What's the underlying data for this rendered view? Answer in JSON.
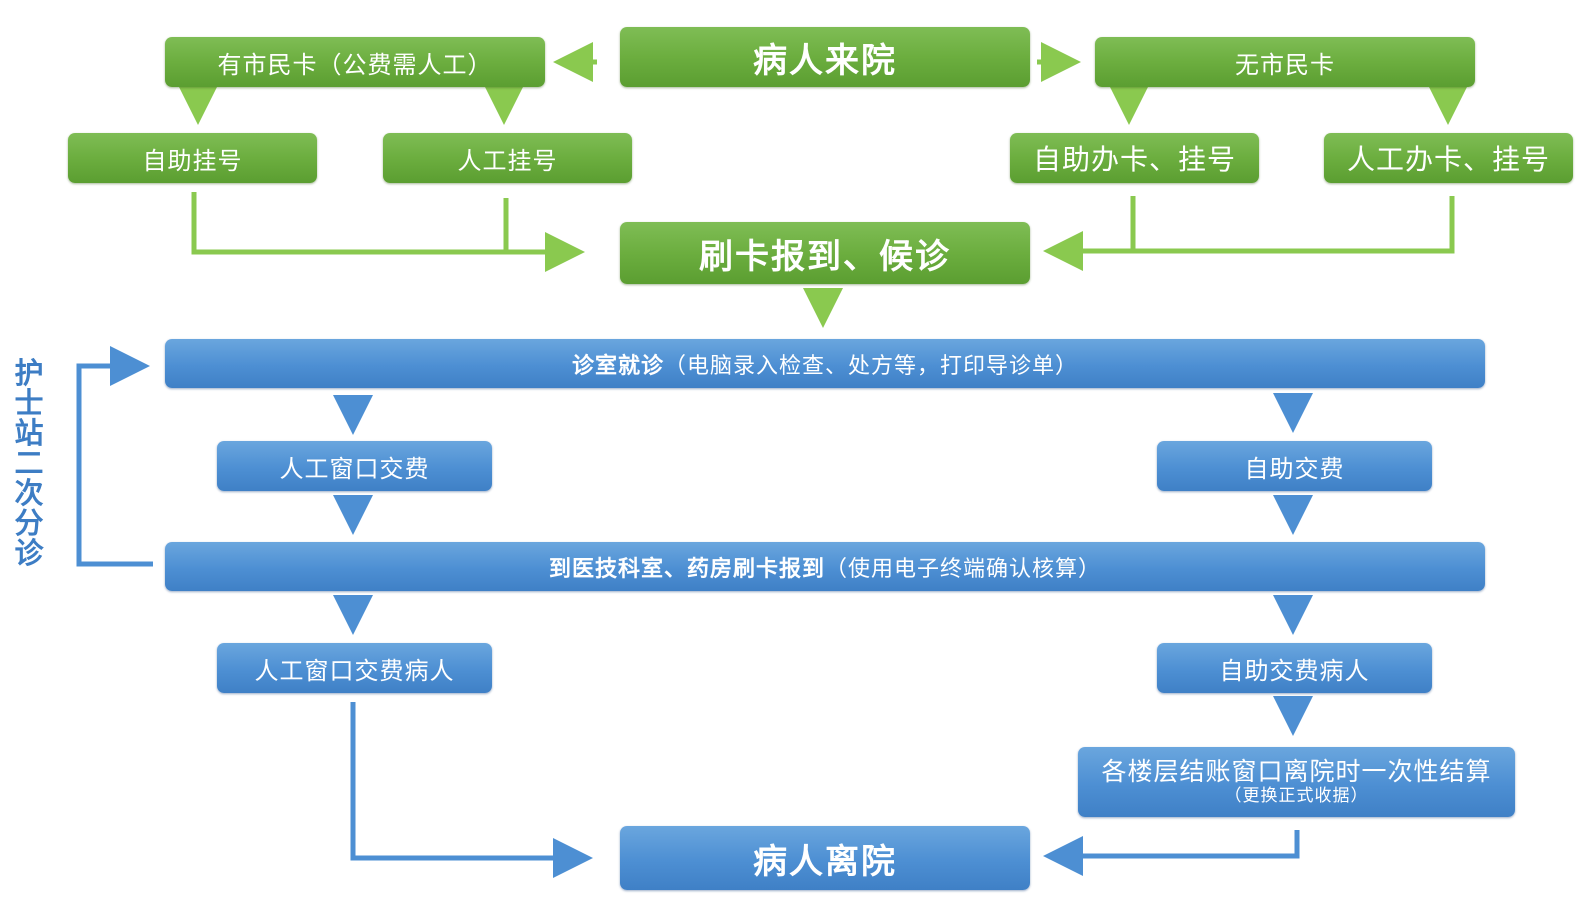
{
  "colors": {
    "green": "#6cae3f",
    "green_arrow": "#8ac94f",
    "blue": "#4d8fd3",
    "blue_arrow": "#4d8fd3",
    "text": "#ffffff",
    "side_label": "#3d7dc4"
  },
  "nodes": {
    "patient_arrives": "病人来院",
    "has_citizen_card": "有市民卡（公费需人工）",
    "no_citizen_card": "无市民卡",
    "self_register": "自助挂号",
    "manual_register": "人工挂号",
    "self_card_register": "自助办卡、挂号",
    "manual_card_register": "人工办卡、挂号",
    "swipe_checkin_wait": "刷卡报到、候诊",
    "consultation": {
      "main": "诊室就诊",
      "detail": "（电脑录入检查、处方等，打印导诊单）"
    },
    "manual_window_pay": "人工窗口交费",
    "self_pay": "自助交费",
    "dept_checkin": {
      "main": "到医技科室、药房刷卡报到",
      "detail": "（使用电子终端确认核算）"
    },
    "manual_pay_patient": "人工窗口交费病人",
    "self_pay_patient": "自助交费病人",
    "floor_settlement": {
      "main": "各楼层结账窗口离院时一次性结算",
      "detail": "（更换正式收据）"
    },
    "patient_leaves": "病人离院"
  },
  "side_label": "护士站二次分诊"
}
